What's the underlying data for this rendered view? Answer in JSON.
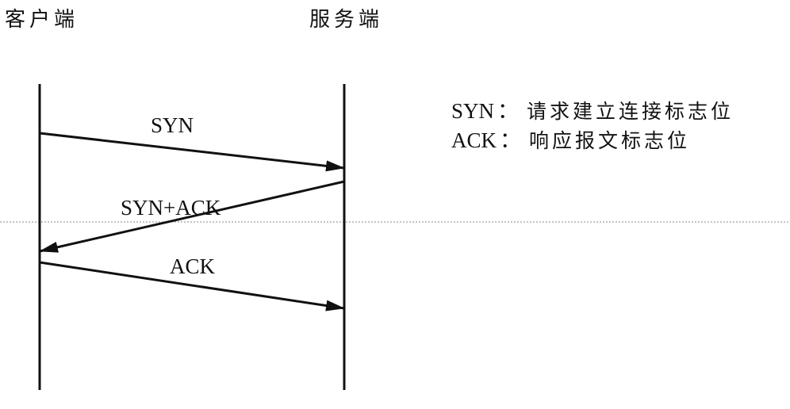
{
  "actors": {
    "client": "客户端",
    "server": "服务端"
  },
  "messages": [
    {
      "label": "SYN",
      "from": "client",
      "to": "server"
    },
    {
      "label": "SYN+ACK",
      "from": "server",
      "to": "client"
    },
    {
      "label": "ACK",
      "from": "client",
      "to": "server"
    }
  ],
  "legend": [
    {
      "key": "SYN",
      "separator": "：",
      "description": "请求建立连接标志位"
    },
    {
      "key": "ACK",
      "separator": "：",
      "description": "响应报文标志位"
    }
  ]
}
